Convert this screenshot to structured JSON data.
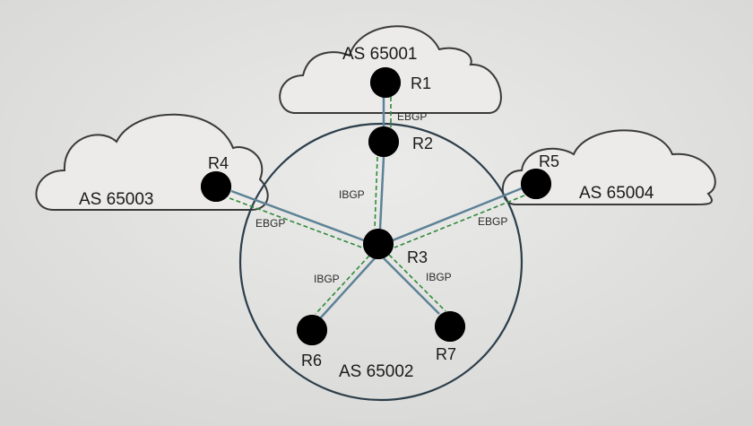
{
  "diagram": {
    "autonomous_systems": [
      {
        "id": "as65001",
        "label": "AS 65001"
      },
      {
        "id": "as65002",
        "label": "AS 65002"
      },
      {
        "id": "as65003",
        "label": "AS 65003"
      },
      {
        "id": "as65004",
        "label": "AS 65004"
      }
    ],
    "routers": [
      {
        "name": "R1"
      },
      {
        "name": "R2"
      },
      {
        "name": "R3"
      },
      {
        "name": "R4"
      },
      {
        "name": "R5"
      },
      {
        "name": "R6"
      },
      {
        "name": "R7"
      }
    ],
    "sessions": [
      {
        "from": "R1",
        "to": "R2",
        "label": "EBGP"
      },
      {
        "from": "R2",
        "to": "R3",
        "label": "IBGP"
      },
      {
        "from": "R4",
        "to": "R3",
        "label": "EBGP"
      },
      {
        "from": "R5",
        "to": "R3",
        "label": "EBGP"
      },
      {
        "from": "R3",
        "to": "R6",
        "label": "IBGP"
      },
      {
        "from": "R3",
        "to": "R7",
        "label": "IBGP"
      }
    ],
    "colors": {
      "link": "#5d8296",
      "session": "#2f8a3a",
      "outline": "#3a3a3a"
    }
  }
}
